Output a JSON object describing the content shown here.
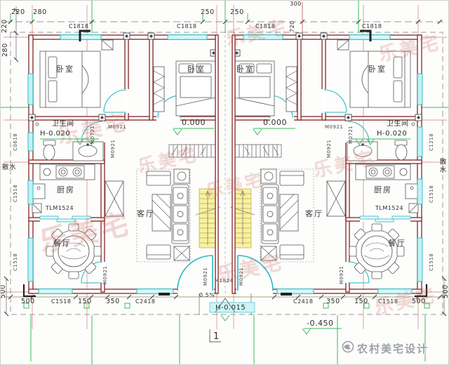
{
  "rooms": {
    "bedroom": "卧室",
    "bathroom": "卫生间",
    "kitchen": "厨房",
    "dining": "餐厅",
    "living": "客厅",
    "apron": "散水"
  },
  "levels": {
    "floor": "0.000",
    "bath": "H-0.020",
    "porch": "H-0.015",
    "ground": "-0.450",
    "slope": "0.5%"
  },
  "windows": {
    "c1818": "C1818",
    "c1518": "C1518",
    "c2418": "C2418",
    "c1218": "C1218",
    "c0618": "C0618"
  },
  "doors": {
    "m0921": "M0921",
    "m0721": "M0721",
    "m1824": "M1824",
    "tlm1524": "TLM1524"
  },
  "dims": {
    "d150": "150",
    "d220": "220",
    "d250": "250",
    "d280": "280",
    "d300": "300",
    "d350": "350",
    "d500": "500",
    "d720": "720"
  },
  "marks": {
    "section_number": "1"
  },
  "watermark": {
    "brand": "农村美宅设计",
    "seal": "乐美宅"
  },
  "colors": {
    "wall": "#8b3434",
    "window": "#c2f1f3",
    "window_edge": "#28b6be",
    "stair_fill": "#f8f1a2",
    "axis_green": "#3dbb57",
    "red_line": "#c05050",
    "brand_gray": "#9ba1a8",
    "seal_red": "#c9685e"
  }
}
